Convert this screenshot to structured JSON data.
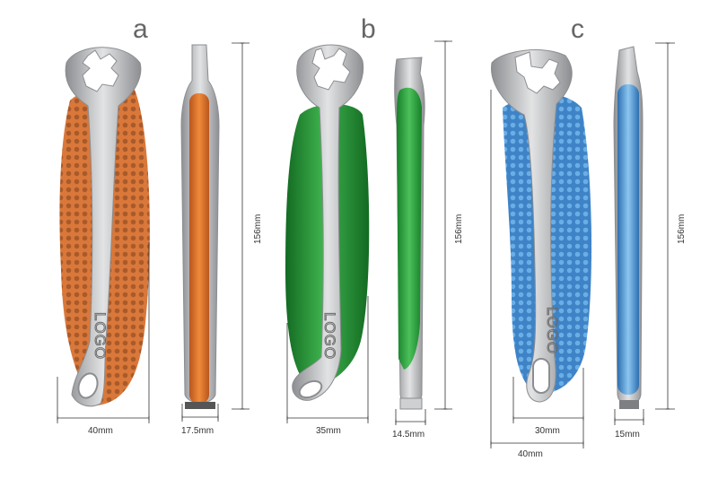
{
  "variants": [
    {
      "letter": "a",
      "logo": "LOGO",
      "grip_color": "#d9783a",
      "dot_color": "#a85a28",
      "front_width": "40mm",
      "side_width": "17.5mm",
      "height": "156mm"
    },
    {
      "letter": "b",
      "logo": "LOGO",
      "grip_color": "#2f9a3c",
      "dot_color": "#1f7a2c",
      "front_width": "35mm",
      "side_width": "14.5mm",
      "height": "156mm"
    },
    {
      "letter": "c",
      "logo": "LOGO",
      "grip_color": "#4a8fd0",
      "dot_color": "#2f6aa8",
      "front_width": "30mm",
      "front_width_2": "40mm",
      "side_width": "15mm",
      "height": "156mm"
    }
  ],
  "colors": {
    "metal": "#b9bbbd",
    "metal_dark": "#8f9194",
    "dimension": "#333333"
  }
}
